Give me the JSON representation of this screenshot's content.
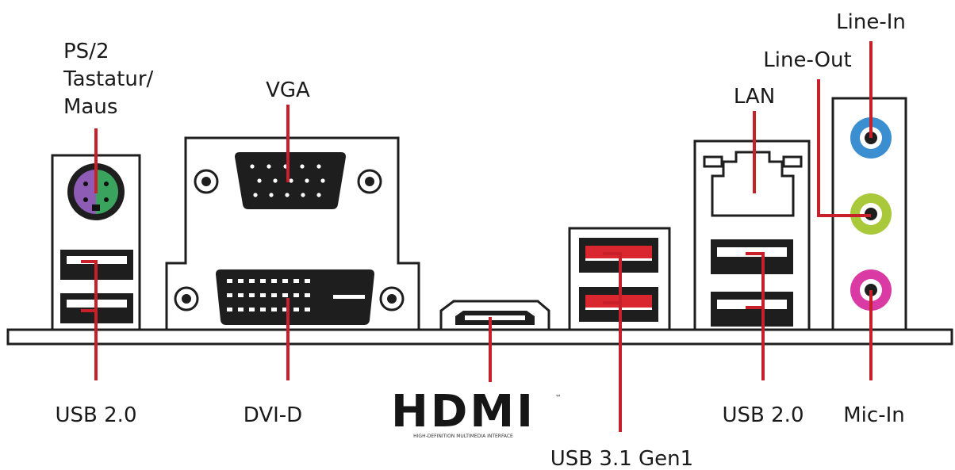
{
  "labels": {
    "ps2_line1": "PS/2",
    "ps2_line2": "Tastatur/",
    "ps2_line3": "Maus",
    "vga": "VGA",
    "lan": "LAN",
    "line_out": "Line-Out",
    "line_in": "Line-In",
    "usb20_left": "USB 2.0",
    "dvi_d": "DVI-D",
    "usb31": "USB 3.1 Gen1",
    "usb20_right": "USB 2.0",
    "mic_in": "Mic-In"
  },
  "hdmi_logo": {
    "text": "HDMI",
    "trademark": "™",
    "tagline": "HIGH-DEFINITION MULTIMEDIA INTERFACE"
  },
  "colors": {
    "leader": "#c8202a",
    "frame": "#1e1e1e",
    "connector": "#1e1e1e",
    "line_in": "#3b8fd0",
    "line_out": "#a9c93a",
    "mic_in": "#d93aa3",
    "ps2_purple": "#8e5bb5",
    "ps2_green": "#3aa35e",
    "usb31_accent": "#d9262f"
  }
}
